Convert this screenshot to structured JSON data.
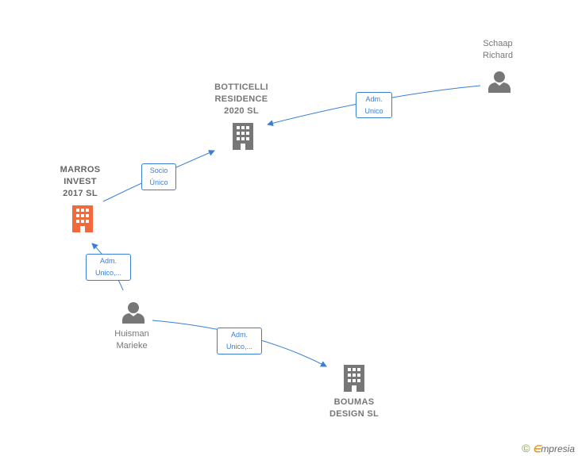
{
  "nodes": {
    "botticelli": {
      "label": "BOTTICELLI\nRESIDENCE\n2020  SL"
    },
    "marros": {
      "label": "MARROS\nINVEST\n2017  SL"
    },
    "boumas": {
      "label": "BOUMAS\nDESIGN  SL"
    },
    "schaap": {
      "label": "Schaap\nRichard"
    },
    "huisman": {
      "label": "Huisman\nMarieke"
    }
  },
  "edges": {
    "schaap_to_botticelli": {
      "label": "Adm.\nUnico"
    },
    "marros_to_botticelli": {
      "label": "Socio\nÚnico"
    },
    "huisman_to_marros": {
      "label": "Adm.\nUnico,..."
    },
    "huisman_to_boumas": {
      "label": "Adm.\nUnico,..."
    }
  },
  "footer": {
    "copyright_symbol": "©",
    "brand_initial": "∈",
    "brand_rest": "mpresia"
  },
  "colors": {
    "edge": "#3a7fd5",
    "company_icon": "#777777",
    "focus_company_icon": "#f26a3c",
    "person_icon": "#777777"
  }
}
